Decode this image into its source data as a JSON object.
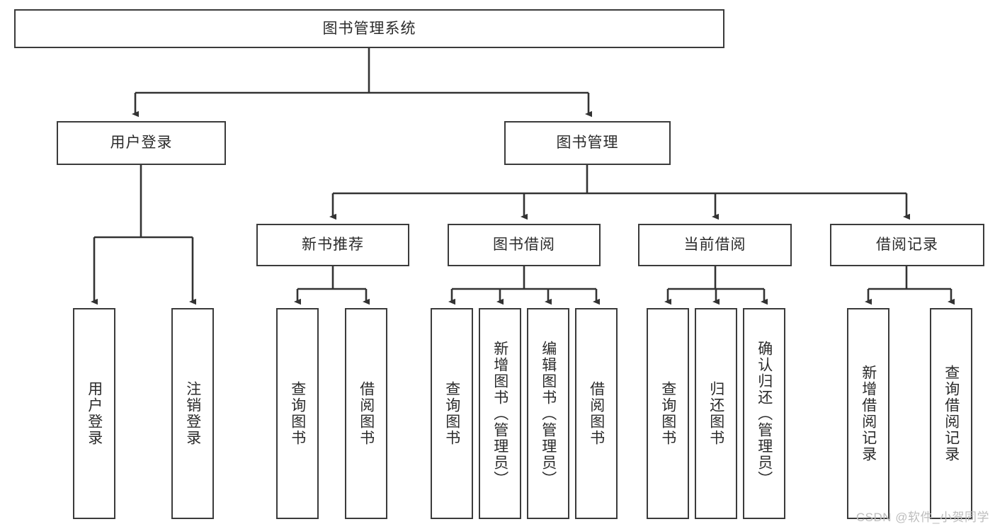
{
  "diagram": {
    "type": "tree-hierarchy",
    "title": "图书管理系统",
    "orientation": "top-down",
    "colors": {
      "node_border": "#3b3b3b",
      "node_fill": "#ffffff",
      "edge": "#333333",
      "text": "#2b2b2b",
      "watermark": "#bdbdbd",
      "background": "#ffffff"
    },
    "root": {
      "label": "图书管理系统"
    },
    "level1": [
      {
        "label": "用户登录"
      },
      {
        "label": "图书管理"
      }
    ],
    "level2": [
      {
        "label": "新书推荐"
      },
      {
        "label": "图书借阅"
      },
      {
        "label": "当前借阅"
      },
      {
        "label": "借阅记录"
      }
    ],
    "leaves": {
      "user_login": [
        {
          "label": "用户登录"
        },
        {
          "label": "注销登录"
        }
      ],
      "new_book_recommend": [
        {
          "label": "查询图书"
        },
        {
          "label": "借阅图书"
        }
      ],
      "book_borrow": [
        {
          "label": "查询图书"
        },
        {
          "label": "新增图书（管理员）"
        },
        {
          "label": "编辑图书（管理员）"
        },
        {
          "label": "借阅图书"
        }
      ],
      "current_borrow": [
        {
          "label": "查询图书"
        },
        {
          "label": "归还图书"
        },
        {
          "label": "确认归还（管理员）"
        }
      ],
      "borrow_record": [
        {
          "label": "新增借阅记录"
        },
        {
          "label": "查询借阅记录"
        }
      ]
    }
  },
  "watermark": {
    "text": "CSDN @软件_小贺同学"
  }
}
